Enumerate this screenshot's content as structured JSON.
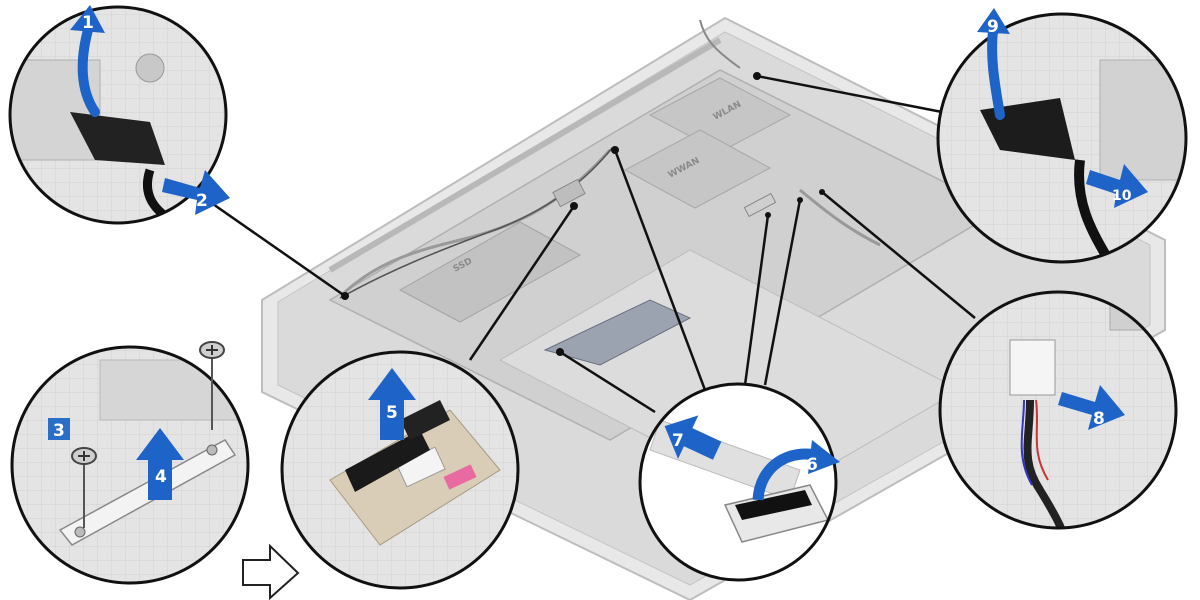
{
  "diagram": {
    "board_labels": {
      "wlan": "WLAN",
      "wwan": "WWAN",
      "ssd": "SSD"
    },
    "steps": [
      "1",
      "2",
      "3",
      "4",
      "5",
      "6",
      "7",
      "8",
      "9",
      "10"
    ],
    "colors": {
      "arrow_blue": "#1e64c8",
      "step3_box": "#2a6ec8",
      "chassis": "#d6d6d6",
      "callout_border": "#111111",
      "leader_line": "#111111"
    },
    "icons": [
      "screw-icon",
      "hollow-arrow-icon",
      "blue-arrow-icon",
      "curved-arrow-icon"
    ]
  }
}
